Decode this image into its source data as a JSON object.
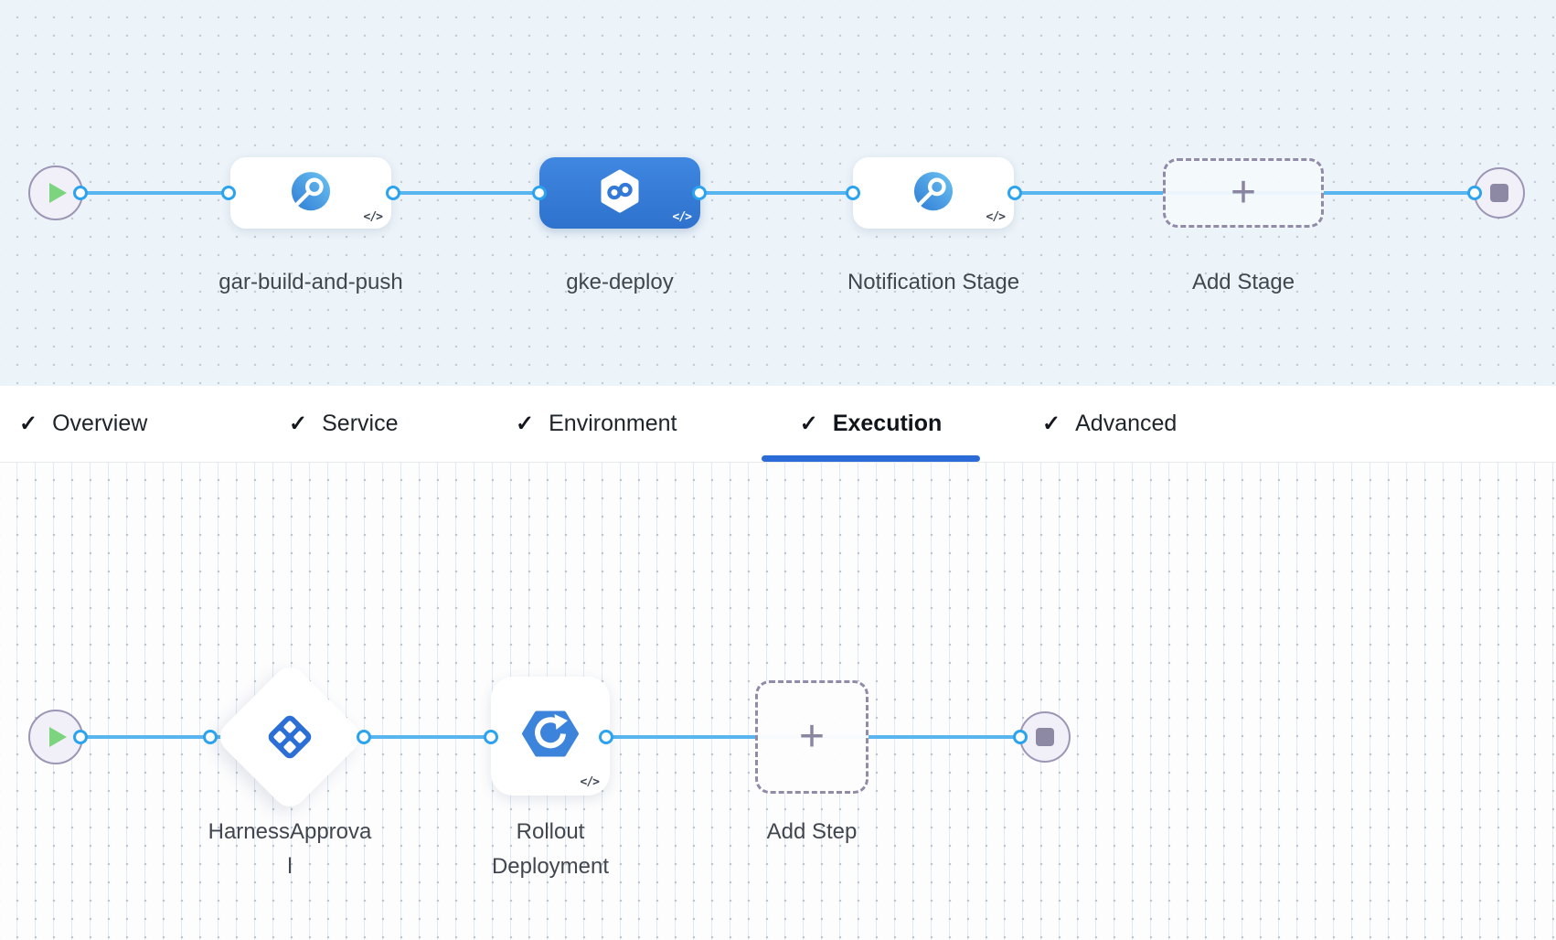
{
  "glyphs": {
    "code": "</>",
    "plus": "+",
    "check": "✓"
  },
  "stage_pipeline": {
    "stages": [
      {
        "name": "gar-build-and-push",
        "icon": "custom-stage-icon",
        "selected": false,
        "code_badge": true
      },
      {
        "name": "gke-deploy",
        "icon": "deploy-stage-icon",
        "selected": true,
        "code_badge": true
      },
      {
        "name": "Notification Stage",
        "icon": "custom-stage-icon",
        "selected": false,
        "code_badge": true
      }
    ],
    "add_stage_label": "Add Stage"
  },
  "tabs": {
    "items": [
      {
        "label": "Overview",
        "checked": true,
        "active": false
      },
      {
        "label": "Service",
        "checked": true,
        "active": false
      },
      {
        "label": "Environment",
        "checked": true,
        "active": false
      },
      {
        "label": "Execution",
        "checked": true,
        "active": true
      },
      {
        "label": "Advanced",
        "checked": true,
        "active": false
      }
    ]
  },
  "execution_pipeline": {
    "steps": [
      {
        "name": "HarnessApproval",
        "icon": "approval-step-icon",
        "shape": "diamond"
      },
      {
        "name": "Rollout Deployment",
        "icon": "rollout-deployment-icon",
        "shape": "square",
        "code_badge": true
      }
    ],
    "add_step_label": "Add Step"
  },
  "colors": {
    "connector_line": "#58B5F0",
    "port_border": "#2CA3EE",
    "selected_stage_blue": "#3379D8",
    "active_tab_underline": "#2B6BD8",
    "dashed_placeholder": "#918BA8",
    "node_label_text": "#41464F",
    "canvas_top_bg": "#ECF3F9",
    "canvas_bottom_bg": "#FDFDFE",
    "terminal_fill": "#F1EFF7",
    "terminal_border": "#9C96B6",
    "play_green": "#7CD47F",
    "stop_gray": "#8D89A4",
    "step_icon_blue": "#2B6FD6"
  }
}
